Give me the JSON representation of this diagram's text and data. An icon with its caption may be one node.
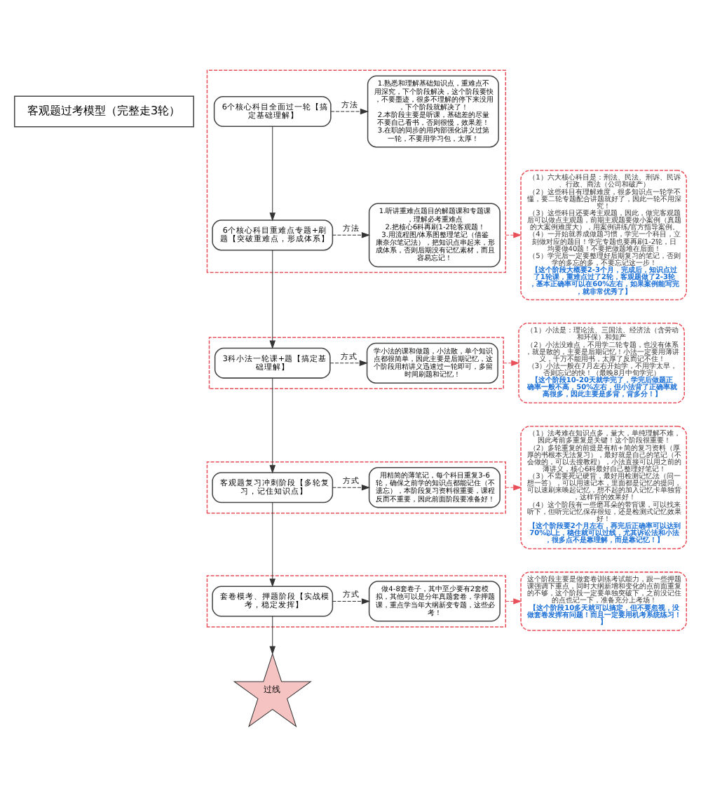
{
  "diagram": {
    "nodes": [
      {
        "text": [
          "客观题过考模型（完整走3轮）"
        ]
      },
      {
        "text": [],
        "shape": "box"
      },
      {
        "text": [
          "6个核心科目全面过一轮【搞定基础理解】"
        ],
        "in": 1
      },
      {
        "text": [
          "1.熟悉和理解基础知识点，重难点不用深究，下个阶段解决，这个阶段要快，不要墨迹，很多不理解的停下来没用，下个阶段就解决了！",
          "2.本阶段主要是听课，基础差的尽量不要自己看书，否则很慢，效果差！",
          "3.在职的同步的用内部强化讲义过第一轮，不要用学习包，太厚！"
        ],
        "in": 1
      },
      {
        "text": [
          "6个核心科目重难点专题+刷题【突破重难点，形成体系】"
        ],
        "in": 1
      },
      {
        "text": [
          "1.听讲重难点题目的解题课和专题课，理解必考重难点",
          "2.把核心6科再刷1-2轮客观题！",
          "3.用流程图/体系图整理笔记（借鉴康奈尔笔记法），把知识点串起来，形成体系，否则后期没有记忆素材，而且容易忘记！"
        ],
        "in": 1
      },
      {
        "text": [
          "（1）六大核心科目是：刑法、民法、刑诉、民诉、行政、商法（公司和破产）",
          "（2）这些科目有理解难度，很多知识点一轮学不懂，要二轮专题配合讲题就好了，因此一轮不用深究！",
          "（3）这些科目还要考主观题，因此，做完客观题后可以做点主观题，前期主观题要做小案例（真题的大案例难度大），用案例讲练/官方指导案例。",
          "（4）一开始就养成做题习惯，学完一个科目，立刻做对应的题目！学完专题也要再刷1-2轮，日均要做40题！不要把做题堆在后面！",
          "（5）学完后一定要整理好后期复习的笔记，否则学的多忘的多，不要忘记这一步！",
          "【这个阶段大概要2-3个月，完成后，知识点过了1轮课，重难点过了2轮，客观题做了2-3轮，基本正确率可以在60%左右，如果案例能写完，就非常优秀了】"
        ]
      },
      {
        "text": [],
        "shape": "box"
      },
      {
        "text": [
          "3科小法一轮课+题【搞定基础理解】"
        ],
        "in": 7
      },
      {
        "text": [
          "学小法的课和做题，小法散，单个知识点都很简单，因此主要是后期记忆，这个阶段用精讲义迅速过一轮即可，多留时间刷题和记忆！"
        ],
        "in": 7
      },
      {
        "text": [
          "（1）小法是：理论法、三国法、经济法（含劳动和环保）和知产",
          "（2）小法没难点，不用学二轮专题，也没有体系，就是散的，主要是后期记忆！小法一定要用薄讲义，千万不能用书，太厚了反而记不住！",
          "（3）小法一般在7月左右开始学，不用学太早，否则忘记的快！（最晚8月中旬学完）",
          "【这个阶段10-20天就学完了，学完后做题正确率一般不高，50%左右，但小法背了正确率就高很多，因此主要是多背，背多分！】"
        ]
      },
      {
        "text": [],
        "shape": "box"
      },
      {
        "text": [
          "客观题复习冲刺阶段【多轮复习，记住知识点】"
        ],
        "in": 11
      },
      {
        "text": [
          "用精简的薄笔记，每个科目重复3-6轮，确保之前学的知识点都能记住（不遗忘），本阶段复习资料很重要，课程反而不重要，因此前面阶段要准备好！"
        ],
        "in": 11
      },
      {
        "text": [
          "（1）法考难在知识点多，量大，单纯理解不难，因此考前多重复是关键！这个阶段很重要！",
          "（2）多轮重复的前提是有精+简的复习资料（厚厚的书根本无法复习），最好就是自己的笔记（不会做的，可以去搜教程），小法直接可以用之前的薄讲义，核心6科最好自己整理好笔记！",
          "（3）不需要死记硬背，最好用检测记忆法（问一想一答），可以用速记本，里面都是记忆的提问，可以速刷来唤起记忆，想不起的加入记忆卡单独背，这样背的效果好！",
          "（4）这个阶段有一些磨耳朵的带背课，可以找来听下，但听完记忆保存很短，还是检测式记忆效果好！",
          "【这个阶段要2个月左右，再完后正确率可以达到70%以上，稳住就可以过线，尤其诉讼法和小法，很多点不是靠理解，而是靠记忆！】"
        ]
      },
      {
        "text": [],
        "shape": "box"
      },
      {
        "text": [
          "套卷模考、押题阶段【实战模考，稳定发挥】"
        ],
        "in": 15
      },
      {
        "text": [
          "做4-8套卷子，其中至少要有2套模拟，其他可以是分年真题套卷，学押题课，重点学当年大纲新变专题，这些必考！"
        ],
        "in": 15
      },
      {
        "text": [
          "这个阶段主要是做套卷训练考试能力，跟一些押题课强调下重点，同时大纲新增和变化的点前面重复的不够，这个阶段一定要单独突破下，之前没记住的点也记一下，准备充分上考场！",
          "【这个阶段10多天就可以搞定，但不要忽视，没做套卷发挥有问题！而且一定要用机考系统练习！】"
        ]
      },
      {
        "text": [
          "过线"
        ]
      }
    ],
    "edges": [
      {
        "from": 2,
        "to": 3,
        "arrow": "to",
        "label": "方法",
        "style": "dashed"
      },
      {
        "from": 4,
        "to": 5,
        "arrow": "to",
        "label": "方法",
        "style": "dashed"
      },
      {
        "from": 1,
        "to": 6,
        "arrow": "to",
        "style": "dashed",
        "color": "#e8505b"
      },
      {
        "from": 2,
        "to": 4,
        "arrow": "to"
      },
      {
        "from": 4,
        "to": 8,
        "arrow": "to"
      },
      {
        "from": 8,
        "to": 9,
        "arrow": "to",
        "label": "方式",
        "style": "dashed"
      },
      {
        "from": 7,
        "to": 10,
        "arrow": "to",
        "style": "dashed",
        "color": "#e8505b"
      },
      {
        "from": 8,
        "to": 12,
        "arrow": "to"
      },
      {
        "from": 12,
        "to": 13,
        "arrow": "to",
        "label": "方式",
        "style": "dashed"
      },
      {
        "from": 11,
        "to": 14,
        "arrow": "to",
        "style": "dashed",
        "color": "#e8505b"
      },
      {
        "from": 12,
        "to": 16,
        "arrow": "to"
      },
      {
        "from": 16,
        "to": 17,
        "arrow": "to",
        "label": "方式",
        "style": "dashed"
      },
      {
        "from": 15,
        "to": 18,
        "arrow": "to",
        "style": "dashed",
        "color": "#e8505b"
      },
      {
        "from": 16,
        "to": 19,
        "arrow": "to"
      }
    ]
  }
}
